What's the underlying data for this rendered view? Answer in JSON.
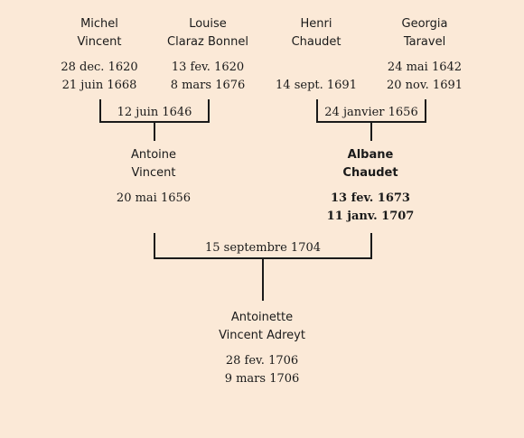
{
  "people": {
    "michel": {
      "given": "Michel",
      "surname": "Vincent",
      "birth": "28 dec. 1620",
      "death": "21 juin 1668"
    },
    "louise": {
      "given": "Louise",
      "surname": "Claraz Bonnel",
      "birth": "13 fev. 1620",
      "death": "8 mars 1676"
    },
    "henri": {
      "given": "Henri",
      "surname": "Chaudet",
      "birth": "",
      "death": "14 sept. 1691"
    },
    "georgia": {
      "given": "Georgia",
      "surname": "Taravel",
      "birth": "24 mai 1642",
      "death": "20 nov. 1691"
    },
    "antoine": {
      "given": "Antoine",
      "surname": "Vincent",
      "birth": "20 mai 1656",
      "death": ""
    },
    "albane": {
      "given": "Albane",
      "surname": "Chaudet",
      "birth": "13 fev. 1673",
      "death": "11 janv. 1707"
    },
    "antoinette": {
      "given": "Antoinette",
      "surname": "Vincent Adreyt",
      "birth": "28 fev. 1706",
      "death": "9 mars 1706"
    }
  },
  "marriages": {
    "michel_louise": "12 juin 1646",
    "henri_georgia": "24 janvier 1656",
    "antoine_albane": "15 septembre 1704"
  }
}
